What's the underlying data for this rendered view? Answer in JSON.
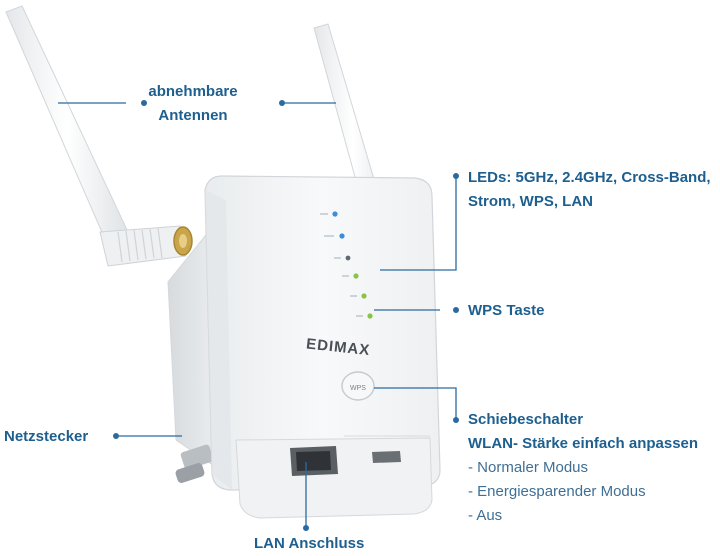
{
  "callouts": {
    "antennas": [
      "abnehmbare",
      "Antennen"
    ],
    "leds": [
      "LEDs: 5GHz, 2.4GHz, Cross-Band,",
      "Strom, WPS, LAN"
    ],
    "wps": "WPS Taste",
    "switch": [
      "Schiebeschalter",
      "WLAN- Stärke einfach anpassen"
    ],
    "switch_modes": [
      "- Normaler Modus",
      "- Energiesparender Modus",
      "- Aus"
    ],
    "plug": "Netzstecker",
    "lan": "LAN Anschluss"
  },
  "device": {
    "brand": "EDIMAX",
    "wps_button": "WPS"
  },
  "colors": {
    "callout_text": "#1d5f8f",
    "callout_line": "#2a6aa0",
    "led_blue": "#3a8fd8",
    "led_green": "#8bc34a"
  }
}
